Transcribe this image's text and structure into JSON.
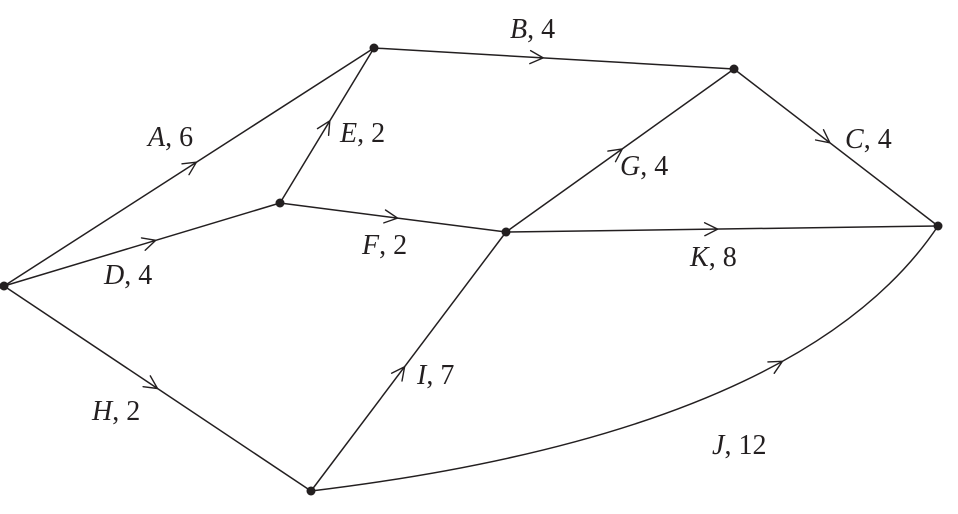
{
  "diagram": {
    "type": "activity-network",
    "activities": [
      {
        "id": "A",
        "duration": "6"
      },
      {
        "id": "B",
        "duration": "4"
      },
      {
        "id": "C",
        "duration": "4"
      },
      {
        "id": "D",
        "duration": "4"
      },
      {
        "id": "E",
        "duration": "2"
      },
      {
        "id": "F",
        "duration": "2"
      },
      {
        "id": "G",
        "duration": "4"
      },
      {
        "id": "H",
        "duration": "2"
      },
      {
        "id": "I",
        "duration": "7"
      },
      {
        "id": "J",
        "duration": "12"
      },
      {
        "id": "K",
        "duration": "8"
      }
    ]
  },
  "colors": {
    "ink": "#231f20",
    "background": "#ffffff"
  }
}
